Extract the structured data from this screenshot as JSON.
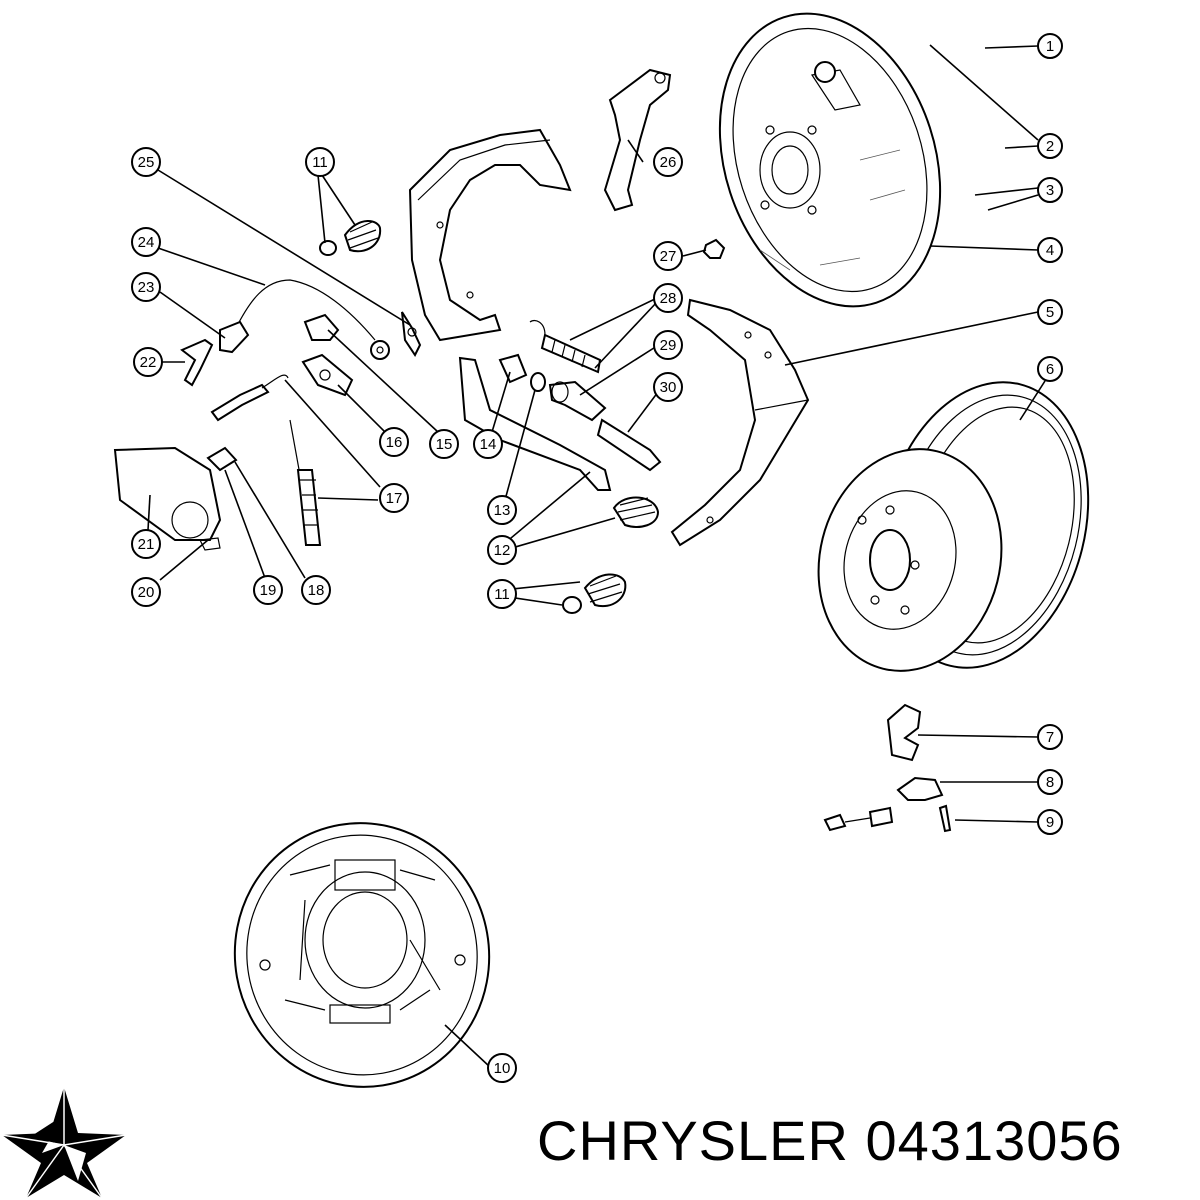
{
  "caption": {
    "brand": "CHRYSLER",
    "part_number": "04313056"
  },
  "logo": {
    "icon": "pentastar-icon",
    "color": "#000000"
  },
  "callouts": [
    "1",
    "2",
    "3",
    "4",
    "5",
    "6",
    "7",
    "8",
    "9",
    "10",
    "11",
    "12",
    "13",
    "14",
    "15",
    "16",
    "17",
    "18",
    "19",
    "20",
    "21",
    "22",
    "23",
    "24",
    "25",
    "26",
    "27",
    "28",
    "29",
    "30",
    "11"
  ]
}
